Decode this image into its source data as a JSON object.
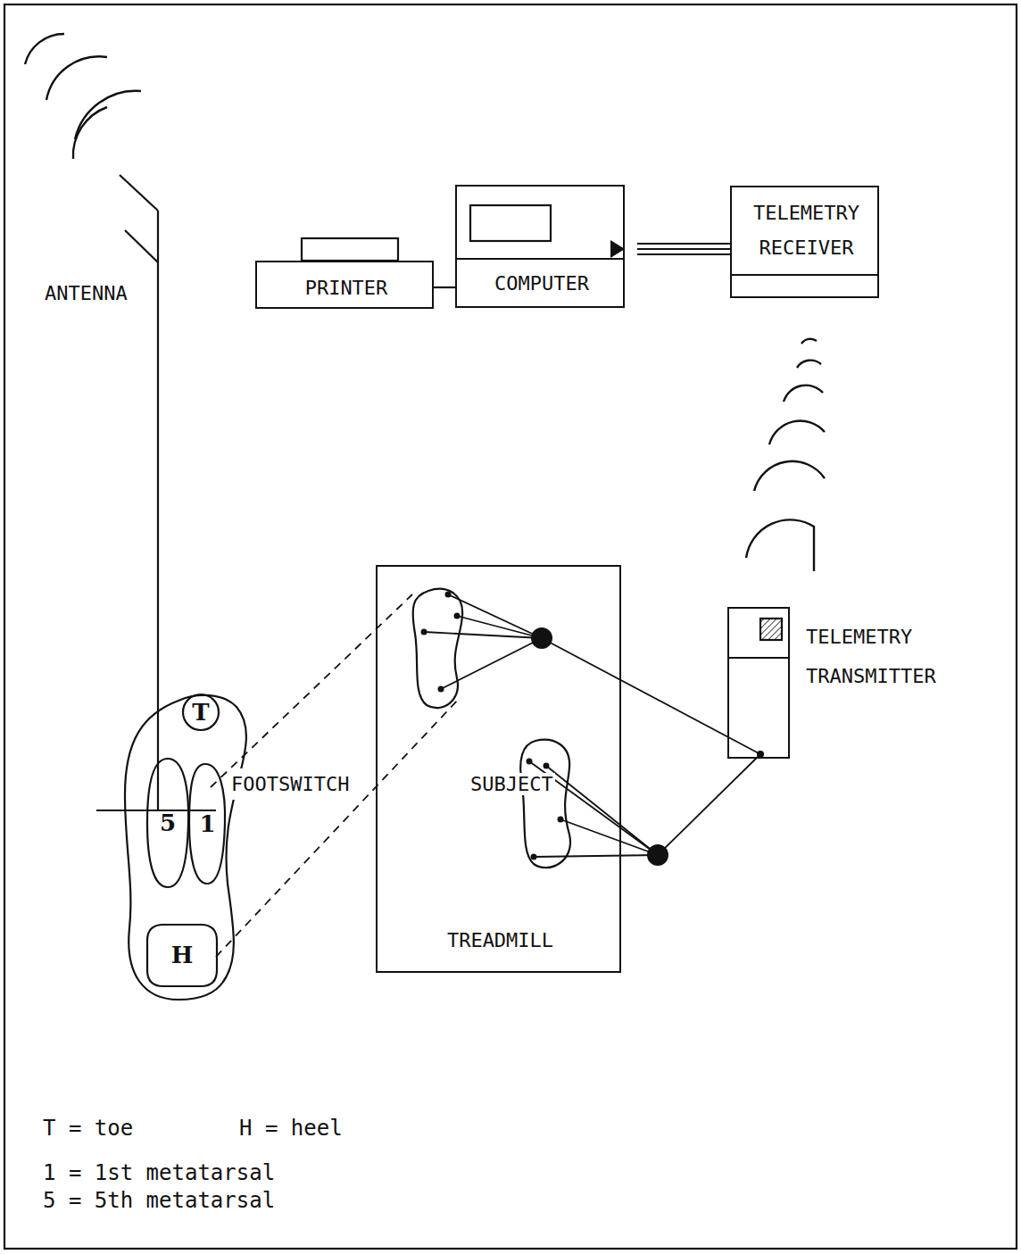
{
  "diagram": {
    "nodes": [
      {
        "text": [
          "PRINTER"
        ]
      },
      {
        "text": [
          "COMPUTER"
        ]
      },
      {
        "text": [
          "TELEMETRY RECEIVER"
        ]
      },
      {
        "text": [
          "TREADMILL"
        ]
      },
      {
        "text": [
          "TELEMETRY TRANSMITTER"
        ]
      },
      {
        "text": [
          "FOOTSWITCH"
        ]
      },
      {
        "text": [
          "T"
        ],
        "in": 5
      },
      {
        "text": [
          "5"
        ],
        "in": 5
      },
      {
        "text": [
          "1"
        ],
        "in": 5
      },
      {
        "text": [
          "H"
        ],
        "in": 5
      }
    ],
    "edges": [
      {
        "from": 0,
        "to": 1,
        "arrow": "none"
      },
      {
        "from": 2,
        "to": 1,
        "arrow": "to"
      }
    ],
    "labels": [
      "ANTENNA",
      "SUBJECT",
      "T = toe",
      "H = heel",
      "1 = 1st metatarsal",
      "5 = 5th metatarsal"
    ]
  }
}
